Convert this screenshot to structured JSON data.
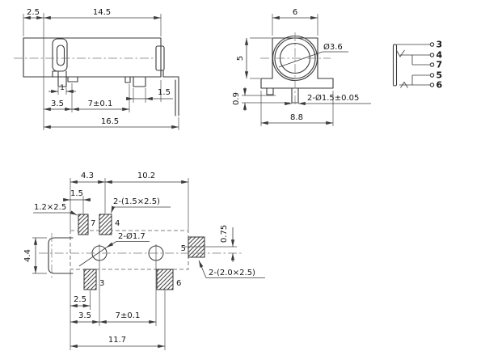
{
  "side_view": {
    "dim_offset": "2.5",
    "dim_body": "14.5",
    "dim_pin1": "1",
    "dim_3_5": "3.5",
    "dim_pitch": "7±0.1",
    "dim_leg": "1.5",
    "dim_total": "16.5"
  },
  "front_view": {
    "dim_width": "6",
    "dim_height": "5",
    "dim_bore": "Ø3.6",
    "dim_standoff": "0.9",
    "dim_pins": "2-Ø1.5±0.05",
    "dim_base": "8.8"
  },
  "schematic": {
    "pins": [
      "3",
      "4",
      "7",
      "5",
      "6"
    ]
  },
  "footprint": {
    "dim_4_3": "4.3",
    "dim_10_2": "10.2",
    "dim_1_5": "1.5",
    "pad7_size": "1.2×2.5",
    "pads_4_3_size": "2-(1.5×2.5)",
    "holes_label": "2-Ø1.7",
    "dim_0_75": "0.75",
    "dim_4_4": "4.4",
    "pads_5_6_size": "2-(2.0×2.5)",
    "dim_2_5": "2.5",
    "dim_3_5": "3.5",
    "dim_pitch": "7±0.1",
    "dim_total": "11.7",
    "pad_numbers": {
      "p7": "7",
      "p4": "4",
      "p3": "3",
      "p6": "6",
      "p5": "5"
    }
  }
}
